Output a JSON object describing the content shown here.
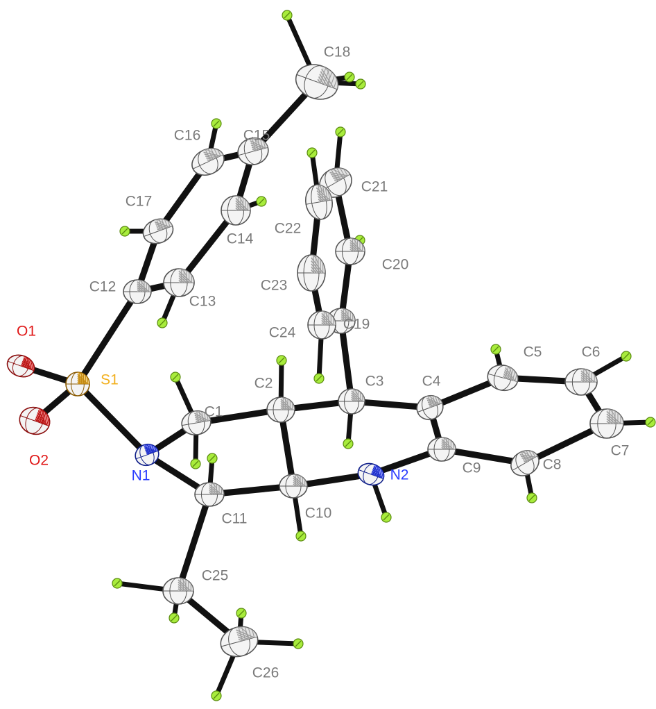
{
  "colors": {
    "C": "#d6d6d6",
    "C_label": "#7a7a7a",
    "H": "#a8ec3c",
    "N": "#2a3cff",
    "O": "#e01818",
    "S": "#f2b01e",
    "bond": "#111111"
  },
  "atoms": [
    {
      "id": "S1",
      "label": "S1",
      "element": "S"
    },
    {
      "id": "O1",
      "label": "O1",
      "element": "O"
    },
    {
      "id": "O2",
      "label": "O2",
      "element": "O"
    },
    {
      "id": "N1",
      "label": "N1",
      "element": "N"
    },
    {
      "id": "N2",
      "label": "N2",
      "element": "N"
    },
    {
      "id": "C1",
      "label": "C1",
      "element": "C"
    },
    {
      "id": "C2",
      "label": "C2",
      "element": "C"
    },
    {
      "id": "C3",
      "label": "C3",
      "element": "C"
    },
    {
      "id": "C4",
      "label": "C4",
      "element": "C"
    },
    {
      "id": "C5",
      "label": "C5",
      "element": "C"
    },
    {
      "id": "C6",
      "label": "C6",
      "element": "C"
    },
    {
      "id": "C7",
      "label": "C7",
      "element": "C"
    },
    {
      "id": "C8",
      "label": "C8",
      "element": "C"
    },
    {
      "id": "C9",
      "label": "C9",
      "element": "C"
    },
    {
      "id": "C10",
      "label": "C10",
      "element": "C"
    },
    {
      "id": "C11",
      "label": "C11",
      "element": "C"
    },
    {
      "id": "C12",
      "label": "C12",
      "element": "C"
    },
    {
      "id": "C13",
      "label": "C13",
      "element": "C"
    },
    {
      "id": "C14",
      "label": "C14",
      "element": "C"
    },
    {
      "id": "C15",
      "label": "C15",
      "element": "C"
    },
    {
      "id": "C16",
      "label": "C16",
      "element": "C"
    },
    {
      "id": "C17",
      "label": "C17",
      "element": "C"
    },
    {
      "id": "C18",
      "label": "C18",
      "element": "C"
    },
    {
      "id": "C19",
      "label": "C19",
      "element": "C"
    },
    {
      "id": "C20",
      "label": "C20",
      "element": "C"
    },
    {
      "id": "C21",
      "label": "C21",
      "element": "C"
    },
    {
      "id": "C22",
      "label": "C22",
      "element": "C"
    },
    {
      "id": "C23",
      "label": "C23",
      "element": "C"
    },
    {
      "id": "C24",
      "label": "C24",
      "element": "C"
    },
    {
      "id": "C25",
      "label": "C25",
      "element": "C"
    },
    {
      "id": "C26",
      "label": "C26",
      "element": "C"
    }
  ],
  "bonds": [
    [
      "S1",
      "O1"
    ],
    [
      "S1",
      "O2"
    ],
    [
      "S1",
      "N1"
    ],
    [
      "S1",
      "C12"
    ],
    [
      "N1",
      "C1"
    ],
    [
      "N1",
      "C11"
    ],
    [
      "C1",
      "C2"
    ],
    [
      "C2",
      "C3"
    ],
    [
      "C2",
      "C10"
    ],
    [
      "C3",
      "C4"
    ],
    [
      "C3",
      "C19"
    ],
    [
      "C4",
      "C5"
    ],
    [
      "C4",
      "C9"
    ],
    [
      "C5",
      "C6"
    ],
    [
      "C6",
      "C7"
    ],
    [
      "C7",
      "C8"
    ],
    [
      "C8",
      "C9"
    ],
    [
      "C9",
      "N2"
    ],
    [
      "N2",
      "C10"
    ],
    [
      "C10",
      "C11"
    ],
    [
      "C11",
      "C25"
    ],
    [
      "C25",
      "C26"
    ],
    [
      "C12",
      "C13"
    ],
    [
      "C12",
      "C17"
    ],
    [
      "C13",
      "C14"
    ],
    [
      "C14",
      "C15"
    ],
    [
      "C15",
      "C16"
    ],
    [
      "C16",
      "C17"
    ],
    [
      "C15",
      "C18"
    ],
    [
      "C19",
      "C20"
    ],
    [
      "C20",
      "C21"
    ],
    [
      "C21",
      "C22"
    ],
    [
      "C22",
      "C23"
    ],
    [
      "C23",
      "C24"
    ],
    [
      "C24",
      "C19"
    ]
  ]
}
